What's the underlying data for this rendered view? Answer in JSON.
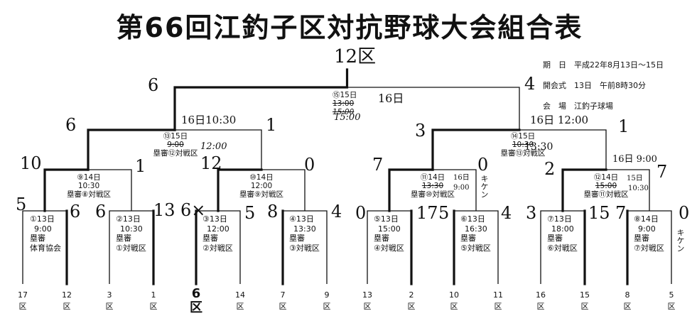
{
  "title": "第66回江釣子区対抗野球大会組合表",
  "final_team": "12区",
  "info": {
    "dates": "期　日　平成22年8月13日～15日",
    "opening": "開会式　13日　午前8時30分",
    "venue": "会　場　江釣子球場"
  },
  "teams": [
    {
      "num": "17",
      "ku": "区"
    },
    {
      "num": "12",
      "ku": "区"
    },
    {
      "num": "3",
      "ku": "区"
    },
    {
      "num": "1",
      "ku": "区"
    },
    {
      "num": "6",
      "ku": "区"
    },
    {
      "num": "14",
      "ku": "区"
    },
    {
      "num": "7",
      "ku": "区"
    },
    {
      "num": "9",
      "ku": "区"
    },
    {
      "num": "13",
      "ku": "区"
    },
    {
      "num": "2",
      "ku": "区"
    },
    {
      "num": "10",
      "ku": "区"
    },
    {
      "num": "11",
      "ku": "区"
    },
    {
      "num": "16",
      "ku": "区"
    },
    {
      "num": "15",
      "ku": "区"
    },
    {
      "num": "8",
      "ku": "区"
    },
    {
      "num": "5",
      "ku": "区"
    }
  ],
  "first_round": [
    {
      "id": "①13日",
      "time": "9:00",
      "ump1": "塁審",
      "ump2": "体育協会"
    },
    {
      "id": "②13日",
      "time": "10:30",
      "ump1": "塁審",
      "ump2": "①対戦区"
    },
    {
      "id": "③13日",
      "time": "12:00",
      "ump1": "塁審",
      "ump2": "②対戦区"
    },
    {
      "id": "④13日",
      "time": "13:30",
      "ump1": "塁審",
      "ump2": "③対戦区"
    },
    {
      "id": "⑤13日",
      "time": "15:00",
      "ump1": "塁審",
      "ump2": "④対戦区"
    },
    {
      "id": "⑥13日",
      "time": "16:30",
      "ump1": "塁審",
      "ump2": "⑤対戦区"
    },
    {
      "id": "⑦13日",
      "time": "18:00",
      "ump1": "塁審",
      "ump2": "⑥対戦区"
    },
    {
      "id": "⑧14日",
      "time": "9:00",
      "ump1": "塁審",
      "ump2": "⑦対戦区"
    }
  ],
  "second_round": [
    {
      "id": "⑨14日",
      "time": "10:30",
      "ump": "塁審⑧対戦区"
    },
    {
      "id": "⑩14日",
      "time": "12:00",
      "ump": "塁審⑨対戦区"
    },
    {
      "id": "⑪14日",
      "time": "13:30",
      "ump": "塁審⑩対戦区"
    },
    {
      "id": "⑫14日",
      "time": "15:00",
      "ump": "塁審⑪対戦区"
    }
  ],
  "semi_final": [
    {
      "id": "⑬15日",
      "time": "9:00",
      "ump": "塁審⑫対戦区"
    },
    {
      "id": "⑭15日",
      "time": "10:30",
      "ump": "塁審⑬対戦区"
    }
  ],
  "final": {
    "id": "⑮15日",
    "time": "13:00",
    "time2": "15:00"
  },
  "handwritten": {
    "first_scores": [
      "5",
      "6",
      "6",
      "13",
      "6×",
      "5",
      "8",
      "4",
      "0",
      "17",
      "5",
      "4",
      "3",
      "15",
      "7",
      "0"
    ],
    "second_scores": [
      "10",
      "1",
      "12",
      "0",
      "7",
      "0",
      "2",
      "7"
    ],
    "semi_scores": [
      "6",
      "1",
      "3",
      "1"
    ],
    "final_scores": [
      "6",
      "4"
    ],
    "semi_left_note": "16日10:30",
    "semi_left_alt": "12:00",
    "semi_right_note": "16日 12:00",
    "semi_right_alt": "13:30",
    "final_note": "16日",
    "final_alt": "15:00",
    "m11_note": "16日",
    "m11_alt": "9:00",
    "m11_side": "キケン",
    "m12_note": "16日 9:00",
    "m12_alt1": "15日",
    "m12_alt2": "10:30",
    "m8_side": "キケン"
  }
}
